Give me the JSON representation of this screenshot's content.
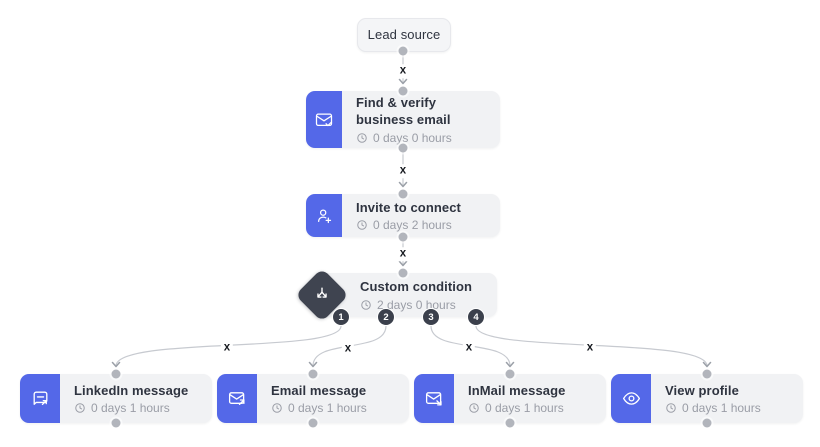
{
  "colors": {
    "accent_blue": "#5468e8",
    "dark_slate": "#3f4450",
    "node_bg": "#f1f2f4",
    "wire": "#c7cad0",
    "title_text": "#2f3440",
    "muted_text": "#9a9da6"
  },
  "nodes": {
    "lead_source": {
      "title": "Lead source"
    },
    "find_verify_email": {
      "title": "Find & verify business email",
      "duration": "0 days 0 hours",
      "icon": "mail-check-icon"
    },
    "invite_to_connect": {
      "title": "Invite to connect",
      "duration": "0 days 2 hours",
      "icon": "user-plus-icon"
    },
    "custom_condition": {
      "title": "Custom condition",
      "duration": "2 days 0 hours",
      "icon": "branch-split-icon",
      "branch_numbers": [
        "1",
        "2",
        "3",
        "4"
      ]
    },
    "linkedin_message": {
      "title": "LinkedIn message",
      "duration": "0 days 1 hours",
      "icon": "chat-share-icon"
    },
    "email_message": {
      "title": "Email message",
      "duration": "0 days 1 hours",
      "icon": "mail-send-icon"
    },
    "inmail_message": {
      "title": "InMail message",
      "duration": "0 days 1 hours",
      "icon": "mail-forward-icon"
    },
    "view_profile": {
      "title": "View profile",
      "duration": "0 days 1 hours",
      "icon": "eye-icon"
    }
  },
  "connectors": {
    "delete_label": "x"
  }
}
